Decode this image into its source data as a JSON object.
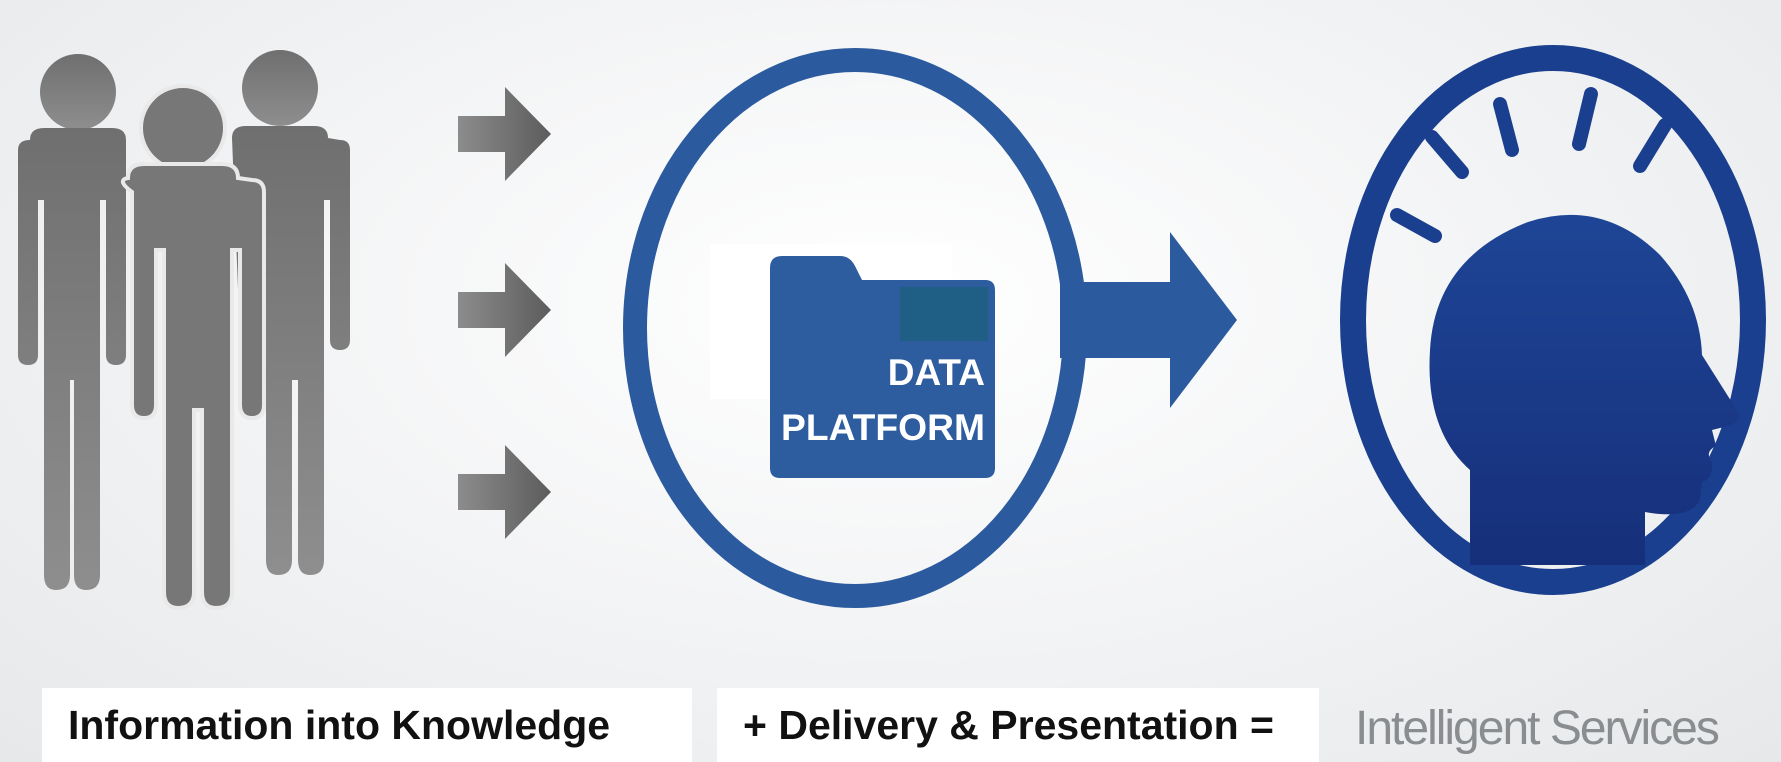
{
  "folder": {
    "line1": "DATA",
    "line2": "PLATFORM"
  },
  "captions": {
    "left": "Information into Knowledge",
    "middle": "+ Delivery & Presentation =",
    "right": "Intelligent Services"
  },
  "colors": {
    "people": "#7c7c7c",
    "arrow_gray": "#6d6d6d",
    "data_ring": "#2c5a9e",
    "folder": "#2d5c9f",
    "folder_tab_accent": "#1f5f86",
    "intelligent_ring": "#1b3f8f",
    "brand_text": "#8a8d90"
  }
}
